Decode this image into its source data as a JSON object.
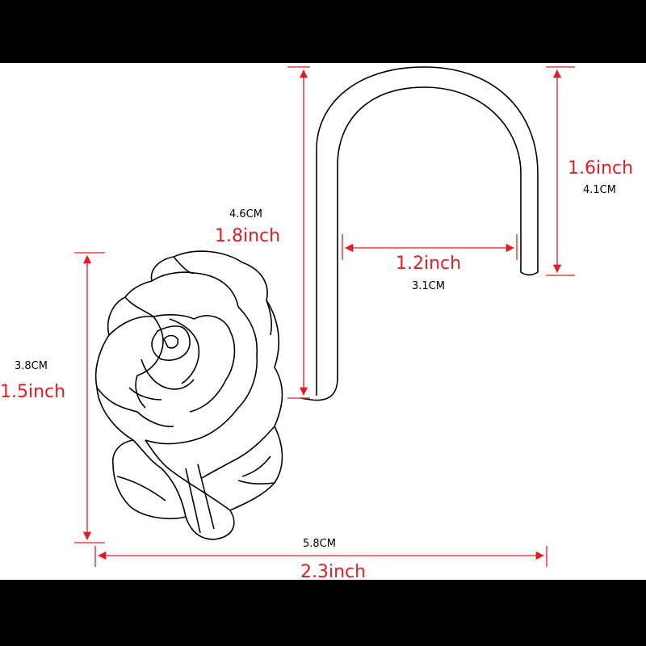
{
  "colors": {
    "background": "#ffffff",
    "frame": "#000000",
    "dimension": "#e01e25",
    "outline": "#000000"
  },
  "dimensions": {
    "hook_height": {
      "cm": "4.6CM",
      "inch": "1.8inch"
    },
    "arc_height": {
      "cm": "4.1CM",
      "inch": "1.6inch"
    },
    "hook_gap": {
      "cm": "3.1CM",
      "inch": "1.2inch"
    },
    "rose_height": {
      "cm": "3.8CM",
      "inch": "1.5inch"
    },
    "total_width": {
      "cm": "5.8CM",
      "inch": "2.3inch"
    }
  }
}
